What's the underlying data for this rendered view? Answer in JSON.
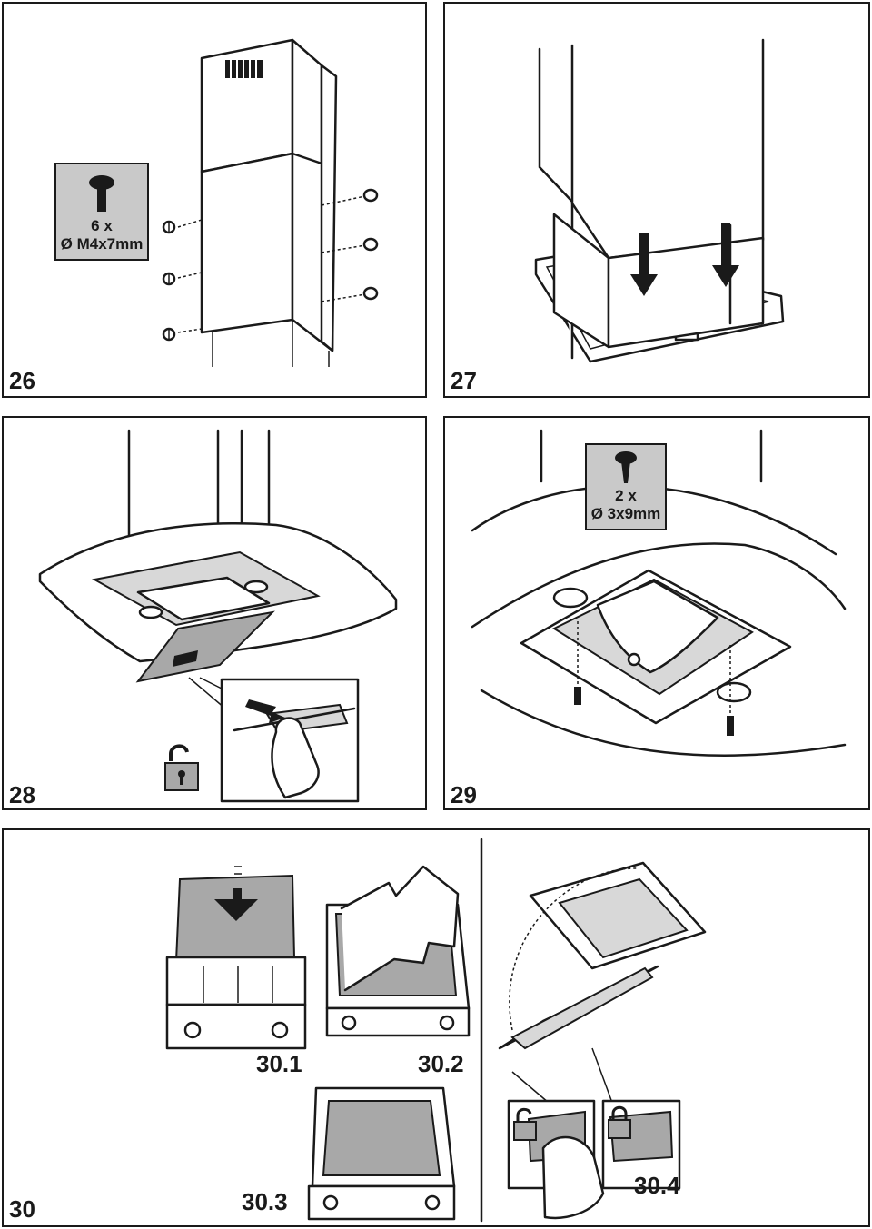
{
  "steps": {
    "s26": "26",
    "s27": "27",
    "s28": "28",
    "s29": "29",
    "s30": "30"
  },
  "substeps": {
    "a": "30.1",
    "b": "30.2",
    "c": "30.3",
    "d": "30.4"
  },
  "callouts": {
    "screw_26": {
      "count": "6 x",
      "dimension": "Ø M4x7mm"
    },
    "screw_29": {
      "count": "2 x",
      "dimension": "Ø 3x9mm"
    }
  },
  "colors": {
    "line": "#1a1a1a",
    "callout_fill": "#c9c9c9",
    "filter_grey": "#a8a8a8"
  },
  "icons": [
    "screw-icon",
    "padlock-open-icon",
    "padlock-closed-icon",
    "arrow-down-icon",
    "hand-icon"
  ]
}
